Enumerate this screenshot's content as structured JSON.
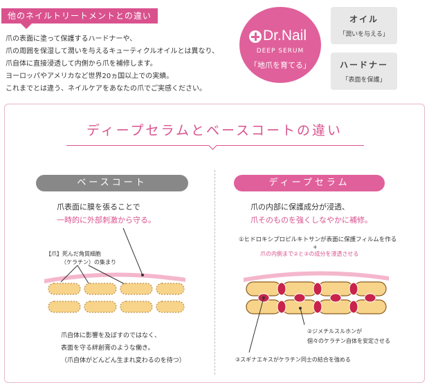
{
  "header": {
    "badge": "他のネイルトリートメントとの違い",
    "intro_lines": [
      "爪の表面に塗って保護するハードナーや、",
      "爪の周囲を保湿して潤いを与えるキューティクルオイルとは異なり、",
      "爪自体に直接浸透して内側から爪を補修します。",
      "ヨーロッパやアメリカなど世界20ヵ国以上での実績。",
      "これまでとは違う、ネイルケアをあなたの爪でご実感ください。"
    ]
  },
  "logo": {
    "brand": "Dr.Nail",
    "sub": "DEEP SERUM",
    "tagline": "「地爪を育てる」"
  },
  "oil_box": {
    "title": "オイル",
    "desc": "「潤いを与える」"
  },
  "hardener_box": {
    "title": "ハードナー",
    "desc": "「表面を保護」"
  },
  "section": {
    "title": "ディープセラムとベースコートの違い"
  },
  "base_coat": {
    "pill": "ベースコート",
    "lead1": "爪表面に膜を張ることで",
    "lead2": "一時的に外部刺激から守る。",
    "label1": "【爪】死んだ角質細胞",
    "label2": "（ケラチン）の集まり",
    "caption1": "爪自体に影響を及ぼすのではなく、",
    "caption2": "表面を守る絆創膏のような働き。",
    "caption3": "（爪自体がどんどん生まれ変わるのを待つ）"
  },
  "deep_serum": {
    "pill": "ディープセラム",
    "lead1": "爪の内部に保護成分が浸透、",
    "lead2": "爪そのものを強くしなやかに補修。",
    "note1": "①ヒドロキシプロピルキトサンが表面に保護フィルムを作る",
    "plus": "+",
    "note2": "爪の内側まで②と③の成分を浸透させる",
    "note3a": "②ジメチルスルホンが",
    "note3b": "個々のケラチン自体を安定させる",
    "note4": "③スギナエキスがケラチン同士の結合を強める"
  },
  "colors": {
    "accent": "#d9528e",
    "cell_fill": "#f7d48a",
    "cell_dot": "#c8234a"
  }
}
